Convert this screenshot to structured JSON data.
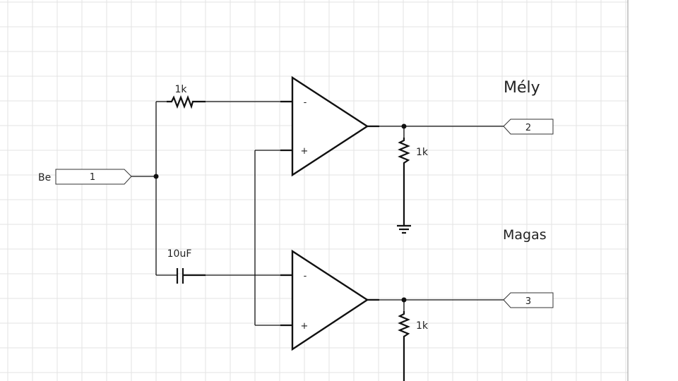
{
  "input_port": {
    "label": "Be",
    "number": "1"
  },
  "output_ports": [
    {
      "number": "2"
    },
    {
      "number": "3"
    }
  ],
  "labels": {
    "upper_output": "Mély",
    "lower_output": "Magas"
  },
  "components": {
    "input_resistor": "1k",
    "input_capacitor": "10uF",
    "load_resistor_upper": "1k",
    "load_resistor_lower": "1k"
  },
  "opamp_pins": {
    "inverting": "-",
    "non_inverting": "+"
  },
  "colors": {
    "grid": "#e3e3e3",
    "wire": "#111111",
    "background": "#ffffff"
  }
}
